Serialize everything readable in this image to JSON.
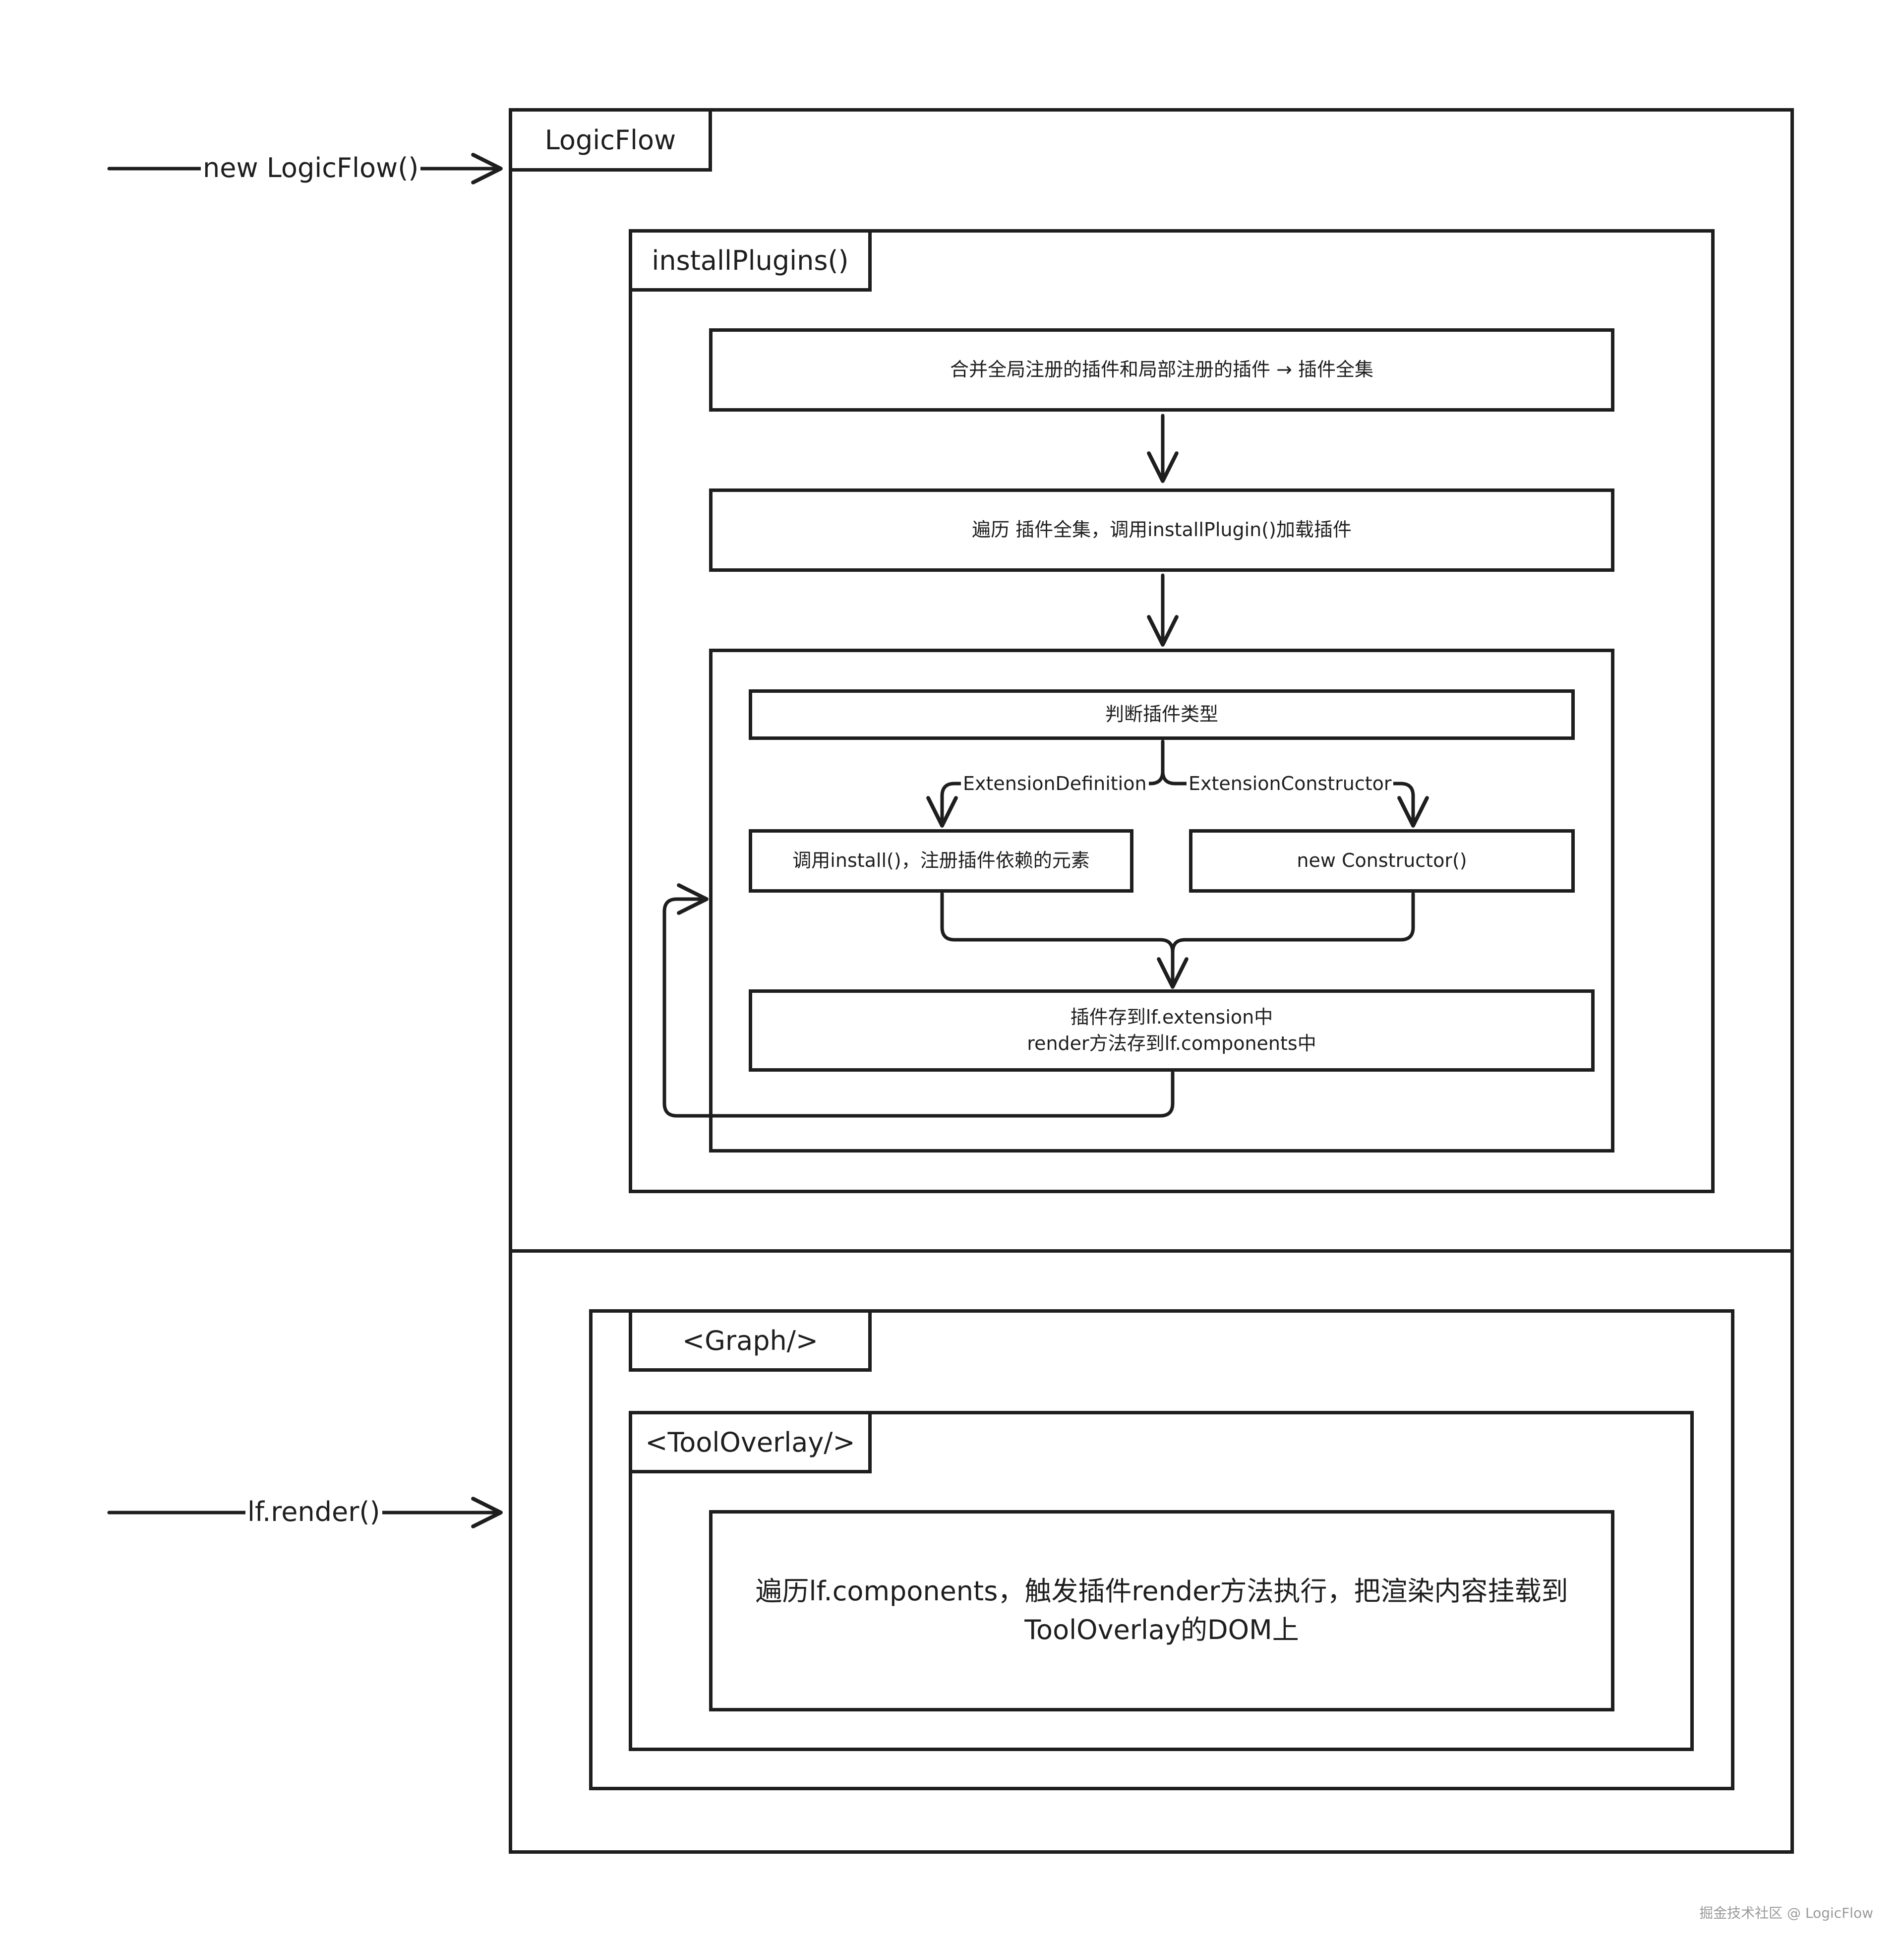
{
  "entry_labels": {
    "constructor": "new LogicFlow()",
    "render": "lf.render()"
  },
  "logicflow": {
    "title": "LogicFlow",
    "install_plugins": {
      "title": "installPlugins()",
      "step1": "合并全局注册的插件和局部注册的插件 → 插件全集",
      "step2": "遍历 插件全集，调用installPlugin()加载插件",
      "loop": {
        "check_type": "判断插件类型",
        "branch_left_label": "ExtensionDefinition",
        "branch_right_label": "ExtensionConstructor",
        "branch_left_action": "调用install()，注册插件依赖的元素",
        "branch_right_action": "new Constructor()",
        "store_line1": "插件存到lf.extension中",
        "store_line2": "render方法存到lf.components中"
      }
    },
    "render_section": {
      "graph_title": "<Graph/>",
      "overlay_title": "<ToolOverlay/>",
      "render_line1": "遍历lf.components，触发插件render方法执行，把渲染内容挂载到",
      "render_line2": "ToolOverlay的DOM上"
    }
  },
  "watermark": "掘金技术社区 @ LogicFlow",
  "colors": {
    "stroke": "#1e1e1e",
    "background": "#ffffff",
    "watermark": "#9a9a9a"
  }
}
